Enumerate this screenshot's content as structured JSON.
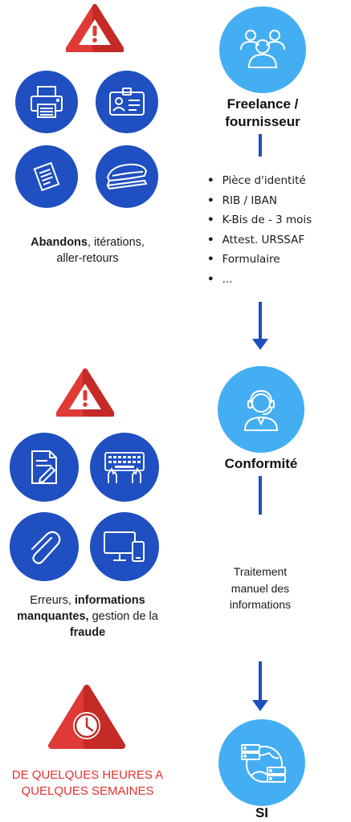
{
  "colors": {
    "circle_blue": "#1f4fc0",
    "node_blue": "#44aef2",
    "warning_red": "#e03a36",
    "duration_red": "#e8302c"
  },
  "left": {
    "sections": [
      {
        "warning_icon": "exclamation-warning-icon",
        "icons": [
          "printer-icon",
          "id-card-icon",
          "document-icon",
          "stapler-icon"
        ],
        "caption_bold": "Abandons",
        "caption_rest_1": ", itérations,",
        "caption_rest_2": "aller-retours"
      },
      {
        "warning_icon": "exclamation-warning-icon",
        "icons": [
          "form-edit-icon",
          "keyboard-typing-icon",
          "paperclip-icon",
          "devices-icon"
        ],
        "caption_1": "Erreurs, ",
        "caption_bold_1": "informations",
        "caption_bold_2": "manquantes,",
        "caption_2": " gestion de la",
        "caption_bold_3": "fraude"
      }
    ],
    "clock_icon": "clock-warning-icon",
    "duration_line_1": "DE QUELQUES HEURES A",
    "duration_line_2": "QUELQUES SEMAINES"
  },
  "right": {
    "nodes": [
      {
        "icon": "users-group-icon",
        "title_1": "Freelance /",
        "title_2": "fournisseur"
      },
      {
        "icon": "agent-headset-icon",
        "title_1": "Conformité"
      },
      {
        "icon": "server-network-icon",
        "title_1": "SI"
      }
    ],
    "documents": [
      "Pièce d'identité",
      "RIB / IBAN",
      "K-Bis de - 3 mois",
      "Attest. URSSAF",
      "Formulaire",
      "..."
    ],
    "process_1": "Traitement",
    "process_2": "manuel des",
    "process_3": "informations"
  }
}
